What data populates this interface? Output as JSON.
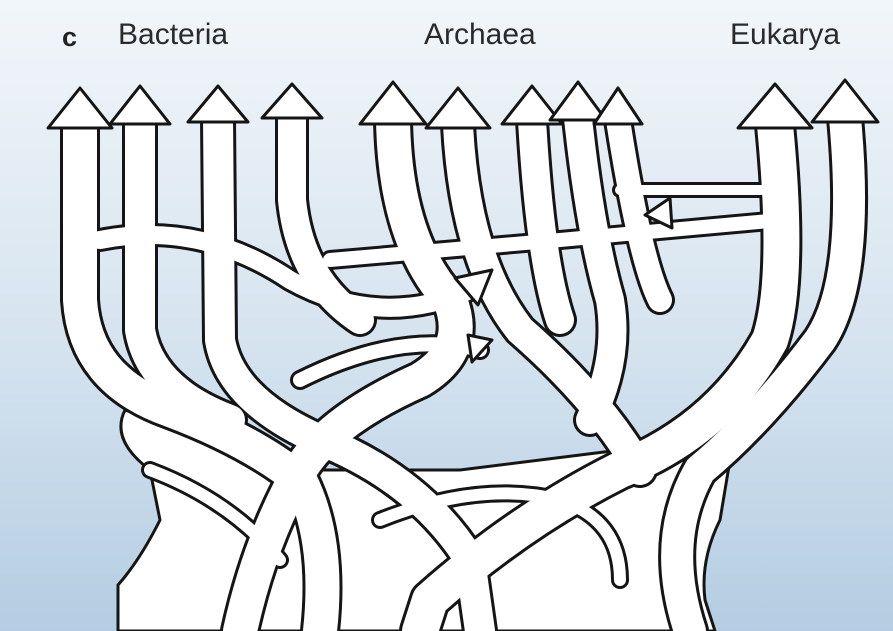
{
  "figure": {
    "panel_letter": "c",
    "domains": [
      {
        "label": "Bacteria"
      },
      {
        "label": "Archaea"
      },
      {
        "label": "Eukarya"
      }
    ]
  },
  "colors": {
    "background_top": "#f2f6fa",
    "background_bottom": "#b4cde2",
    "tree_fill": "#ffffff",
    "tree_outline": "#151515"
  }
}
